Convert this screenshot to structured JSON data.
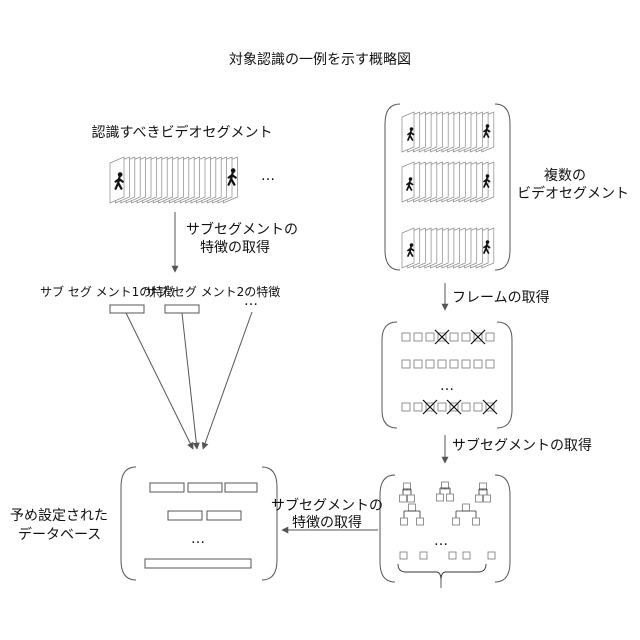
{
  "title": "対象認識の一例を示す概略図",
  "left": {
    "video_label": "認識すべきビデオセグメント",
    "video_dots": "…",
    "step_label_line1": "サブセグメントの",
    "step_label_line2": "特徴の取得",
    "feature1_label": "サブ セグ メント1の特徴",
    "feature2_label": "サブ セグ メント2の特徴",
    "feature_dots": "…",
    "database_dots": "…",
    "database_label_line1": "予め設定された",
    "database_label_line2": "データベース"
  },
  "right": {
    "videos_label_line1": "複数の",
    "videos_label_line2": "ビデオセグメント",
    "frame_step_label": "フレームの取得",
    "frames_dots": "…",
    "subsegment_step_label": "サブセグメントの取得",
    "tree_dots": "…",
    "feature_step_line1": "サブセグメントの",
    "feature_step_line2": "特徴の取得"
  },
  "icons": {
    "walker": "walking-person-icon",
    "removed_frame": "cross-mark-icon"
  }
}
